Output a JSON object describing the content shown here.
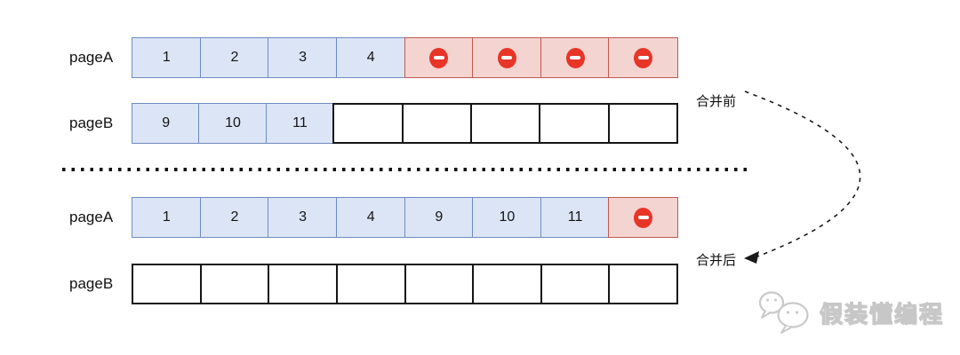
{
  "colors": {
    "cell_blue_fill": "#dbe5f5",
    "cell_blue_border": "#6f8cbf",
    "cell_red_fill": "#f3d4d1",
    "cell_red_border": "#c05a50",
    "cell_empty_border": "#151515",
    "minus_icon_red": "#e73527",
    "watermark_gray": "#c9c9c9",
    "arrow_black": "#1a1a1a"
  },
  "before": {
    "stage_label": "合并前",
    "rows": [
      {
        "label": "pageA",
        "cells": [
          {
            "type": "value",
            "value": "1"
          },
          {
            "type": "value",
            "value": "2"
          },
          {
            "type": "value",
            "value": "3"
          },
          {
            "type": "value",
            "value": "4"
          },
          {
            "type": "deleted"
          },
          {
            "type": "deleted"
          },
          {
            "type": "deleted"
          },
          {
            "type": "deleted"
          }
        ]
      },
      {
        "label": "pageB",
        "cells": [
          {
            "type": "value",
            "value": "9"
          },
          {
            "type": "value",
            "value": "10"
          },
          {
            "type": "value",
            "value": "11"
          },
          {
            "type": "empty"
          },
          {
            "type": "empty"
          },
          {
            "type": "empty"
          },
          {
            "type": "empty"
          },
          {
            "type": "empty"
          }
        ]
      }
    ]
  },
  "after": {
    "stage_label": "合并后",
    "rows": [
      {
        "label": "pageA",
        "cells": [
          {
            "type": "value",
            "value": "1"
          },
          {
            "type": "value",
            "value": "2"
          },
          {
            "type": "value",
            "value": "3"
          },
          {
            "type": "value",
            "value": "4"
          },
          {
            "type": "value",
            "value": "9"
          },
          {
            "type": "value",
            "value": "10"
          },
          {
            "type": "value",
            "value": "11"
          },
          {
            "type": "deleted"
          }
        ]
      },
      {
        "label": "pageB",
        "cells": [
          {
            "type": "empty"
          },
          {
            "type": "empty"
          },
          {
            "type": "empty"
          },
          {
            "type": "empty"
          },
          {
            "type": "empty"
          },
          {
            "type": "empty"
          },
          {
            "type": "empty"
          },
          {
            "type": "empty"
          }
        ]
      }
    ]
  },
  "watermark": {
    "brand_text": "假装懂编程",
    "icon": "chat-bubbles-logo-icon"
  }
}
